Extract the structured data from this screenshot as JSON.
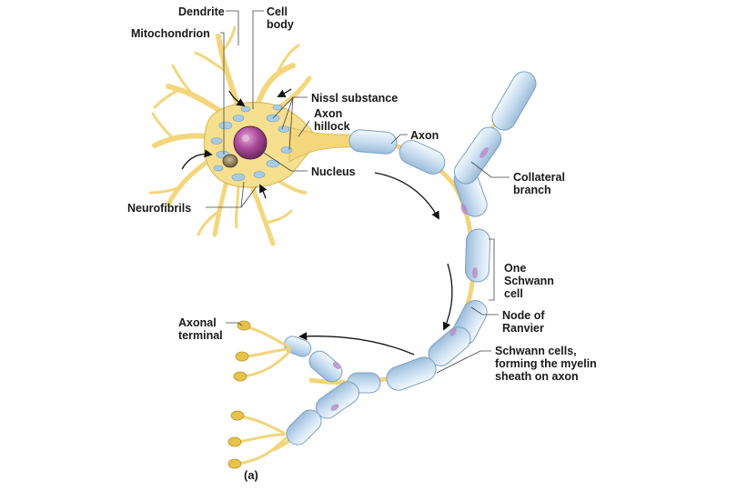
{
  "labels": {
    "dendrite": "Dendrite",
    "cell_body": "Cell\nbody",
    "mitochondrion": "Mitochondrion",
    "nissl_substance": "Nissl substance",
    "axon_hillock": "Axon\nhillock",
    "axon": "Axon",
    "nucleus": "Nucleus",
    "collateral_branch": "Collateral\nbranch",
    "neurofibrils": "Neurofibrils",
    "one_schwann_cell": "One\nSchwann\ncell",
    "node_of_ranvier": "Node of\nRanvier",
    "axonal_terminal": "Axonal\nterminal",
    "schwann_cells_myelin": "Schwann cells,\nforming the myelin\nsheath on axon",
    "panel": "(a)"
  },
  "colors": {
    "neuron_yellow": "#f6df8e",
    "neuron_outline": "#d7b54f",
    "myelin_blue": "#c6dcef",
    "myelin_outline": "#7da0c4",
    "nucleus_purple": "#9a3f86",
    "leader_line": "#444444"
  }
}
